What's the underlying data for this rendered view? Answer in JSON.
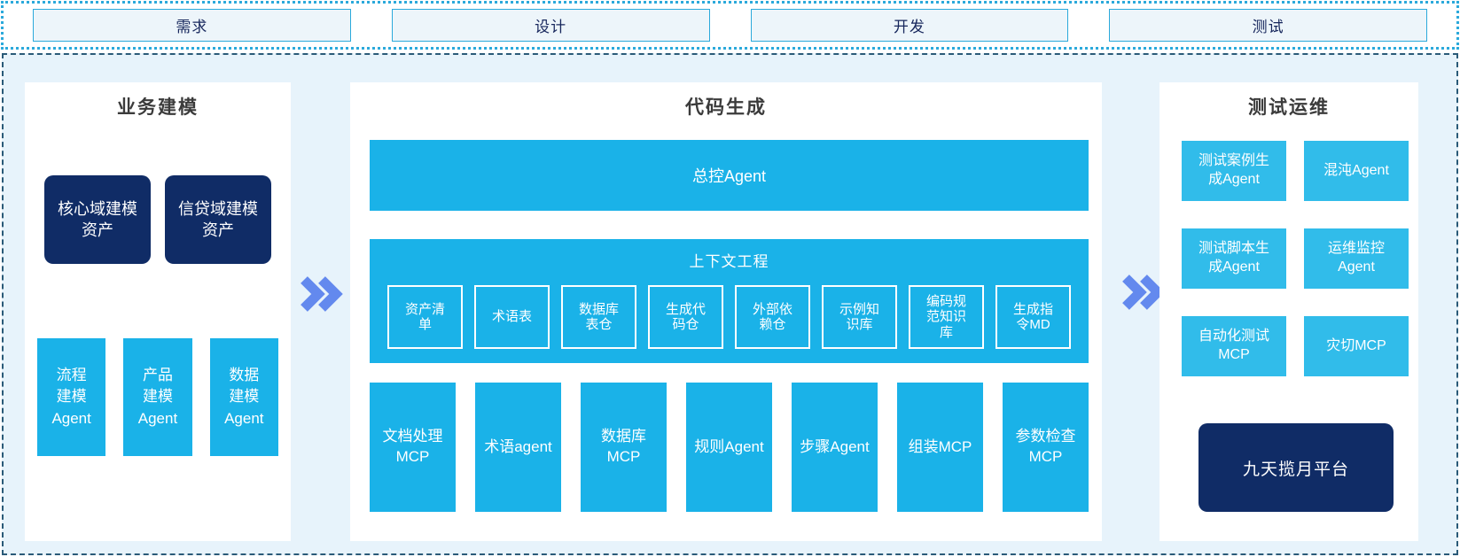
{
  "phases": [
    "需求",
    "设计",
    "开发",
    "测试"
  ],
  "business_modeling": {
    "title": "业务建模",
    "assets": [
      "核心域建模\n资产",
      "信贷域建模\n资产"
    ],
    "agents": [
      "流程\n建模\nAgent",
      "产品\n建模\nAgent",
      "数据\n建模\nAgent"
    ]
  },
  "code_generation": {
    "title": "代码生成",
    "master_agent": "总控Agent",
    "context": {
      "title": "上下文工程",
      "items": [
        "资产清\n单",
        "术语表",
        "数据库\n表仓",
        "生成代\n码仓",
        "外部依\n赖仓",
        "示例知\n识库",
        "编码规\n范知识\n库",
        "生成指\n令MD"
      ]
    },
    "tools": [
      "文档处理\nMCP",
      "术语agent",
      "数据库\nMCP",
      "规则Agent",
      "步骤Agent",
      "组装MCP",
      "参数检查\nMCP"
    ]
  },
  "test_ops": {
    "title": "测试运维",
    "boxes": [
      "测试案例生\n成Agent",
      "混沌Agent",
      "测试脚本生\n成Agent",
      "运维监控\nAgent",
      "自动化测试\nMCP",
      "灾切MCP"
    ],
    "platform": "九天揽月平台"
  },
  "icons": {
    "flow_arrow": "chevron-double-right-icon"
  },
  "colors": {
    "cyan": "#1AB2E8",
    "cyan_light": "#31BCEA",
    "navy": "#102C66",
    "arrow": "#6389EE",
    "canvas_bg": "#E7F3FB",
    "panel_bg": "#FFFFFF",
    "phase_box_bg": "#EDF5FA",
    "border_cyan": "#2BA9DB",
    "border_dashed": "#2A5A78",
    "phase_text": "#16265C",
    "title_text": "#3B3B3B"
  }
}
